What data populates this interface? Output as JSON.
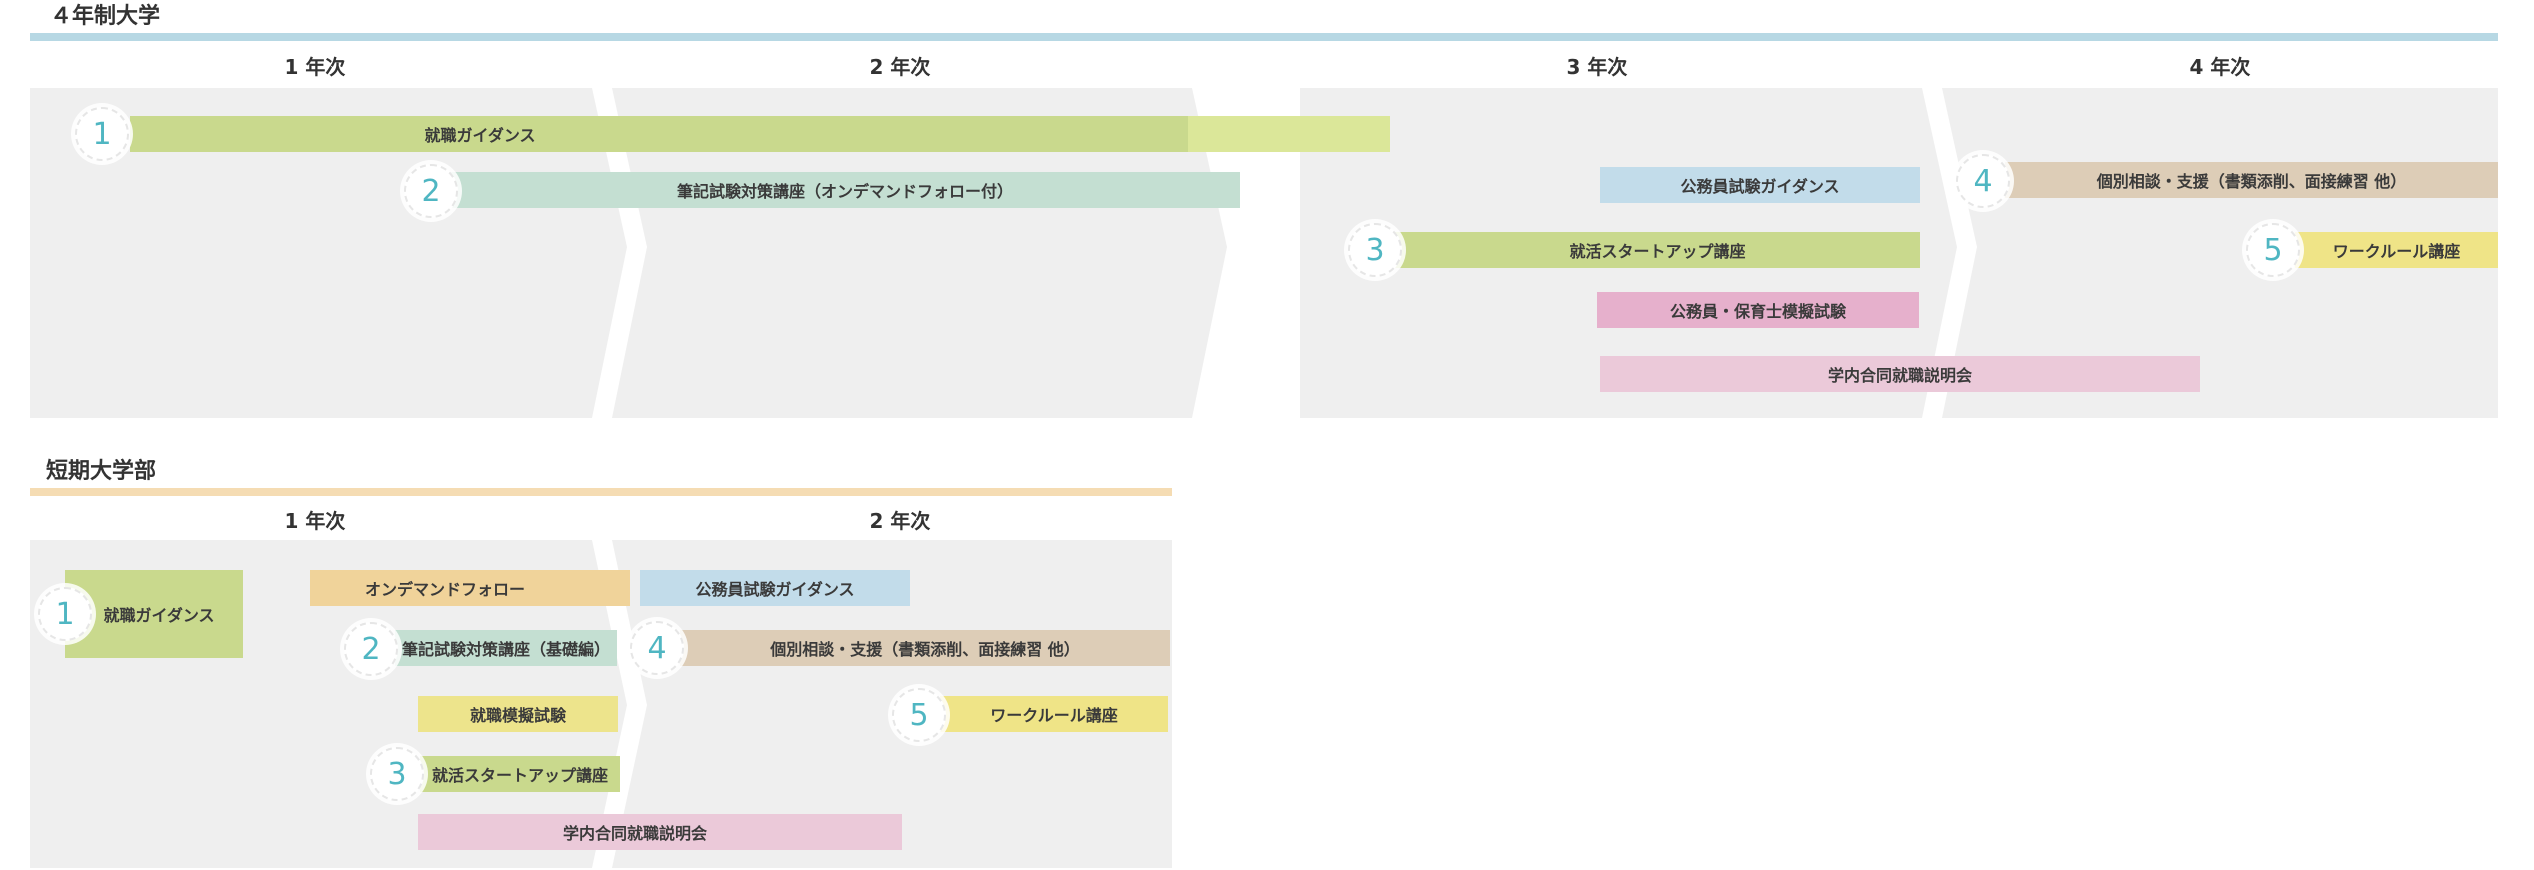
{
  "colors": {
    "green": "#c9d98d",
    "green_light": "#dde89a",
    "mint": "#c4dfd2",
    "blue": "#c2dcea",
    "brown": "#ddcdb7",
    "yellow": "#efe487",
    "yellow_soft": "#ede48c",
    "magenta": "#e6b0cc",
    "pink": "#ebc9d9",
    "orange": "#f0d39a",
    "rule_blue": "#b7d8e4",
    "rule_orange": "#f5dcb3",
    "number": "#4fb6c2",
    "panel": "#efefef"
  },
  "four_year": {
    "title": "４年制大学",
    "years": [
      "1 年次",
      "2 年次",
      "3 年次",
      "4 年次"
    ],
    "items": {
      "guidance": "就職ガイダンス",
      "written_test": "筆記試験対策講座（オンデマンドフォロー付）",
      "civil_guidance": "公務員試験ガイダンス",
      "startup": "就活スタートアップ講座",
      "mock_exam": "公務員・保育士模擬試験",
      "joint_fair": "学内合同就職説明会",
      "consult": "個別相談・支援（書類添削、面接練習 他）",
      "work_rule": "ワークルール講座"
    },
    "numbers": [
      "1",
      "2",
      "3",
      "4",
      "5"
    ]
  },
  "junior": {
    "title": "短期大学部",
    "years": [
      "1 年次",
      "2 年次"
    ],
    "items": {
      "guidance": "就職ガイダンス",
      "ondemand": "オンデマンドフォロー",
      "civil_guidance": "公務員試験ガイダンス",
      "written_test": "筆記試験対策講座（基礎編）",
      "consult": "個別相談・支援（書類添削、面接練習 他）",
      "mock_exam": "就職模擬試験",
      "work_rule": "ワークルール講座",
      "startup": "就活スタートアップ講座",
      "joint_fair": "学内合同就職説明会"
    },
    "numbers": [
      "1",
      "2",
      "3",
      "4",
      "5"
    ]
  }
}
